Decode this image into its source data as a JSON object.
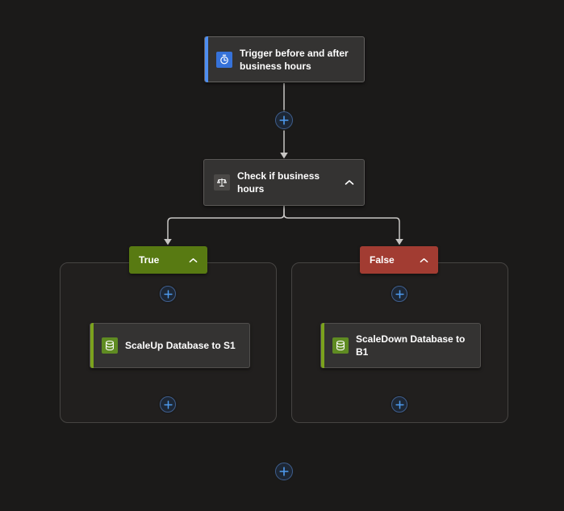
{
  "trigger": {
    "label": "Trigger before and after business hours"
  },
  "condition": {
    "label": "Check if business hours"
  },
  "true_branch": {
    "label": "True"
  },
  "false_branch": {
    "label": "False"
  },
  "scale_up": {
    "label": "ScaleUp Database to S1"
  },
  "scale_down": {
    "label": "ScaleDown Database to B1"
  },
  "icons": {
    "trigger": "recurrence-clock-icon",
    "condition": "condition-scales-icon",
    "scale_up": "database-icon",
    "scale_down": "database-icon",
    "plus": "add-icon",
    "collapse": "chevron-up-icon"
  },
  "colors": {
    "canvas_bg": "#1b1a19",
    "card_bg": "#343332",
    "trigger_accent": "#4e8ef0",
    "trigger_icon_bg": "#3672d9",
    "action_accent": "#7ba21d",
    "action_icon_bg": "#5f8b22",
    "true_badge_bg": "#587a12",
    "false_badge_bg": "#a23c32",
    "connector": "#c8c6c4",
    "plus_color": "#4e9bef"
  }
}
